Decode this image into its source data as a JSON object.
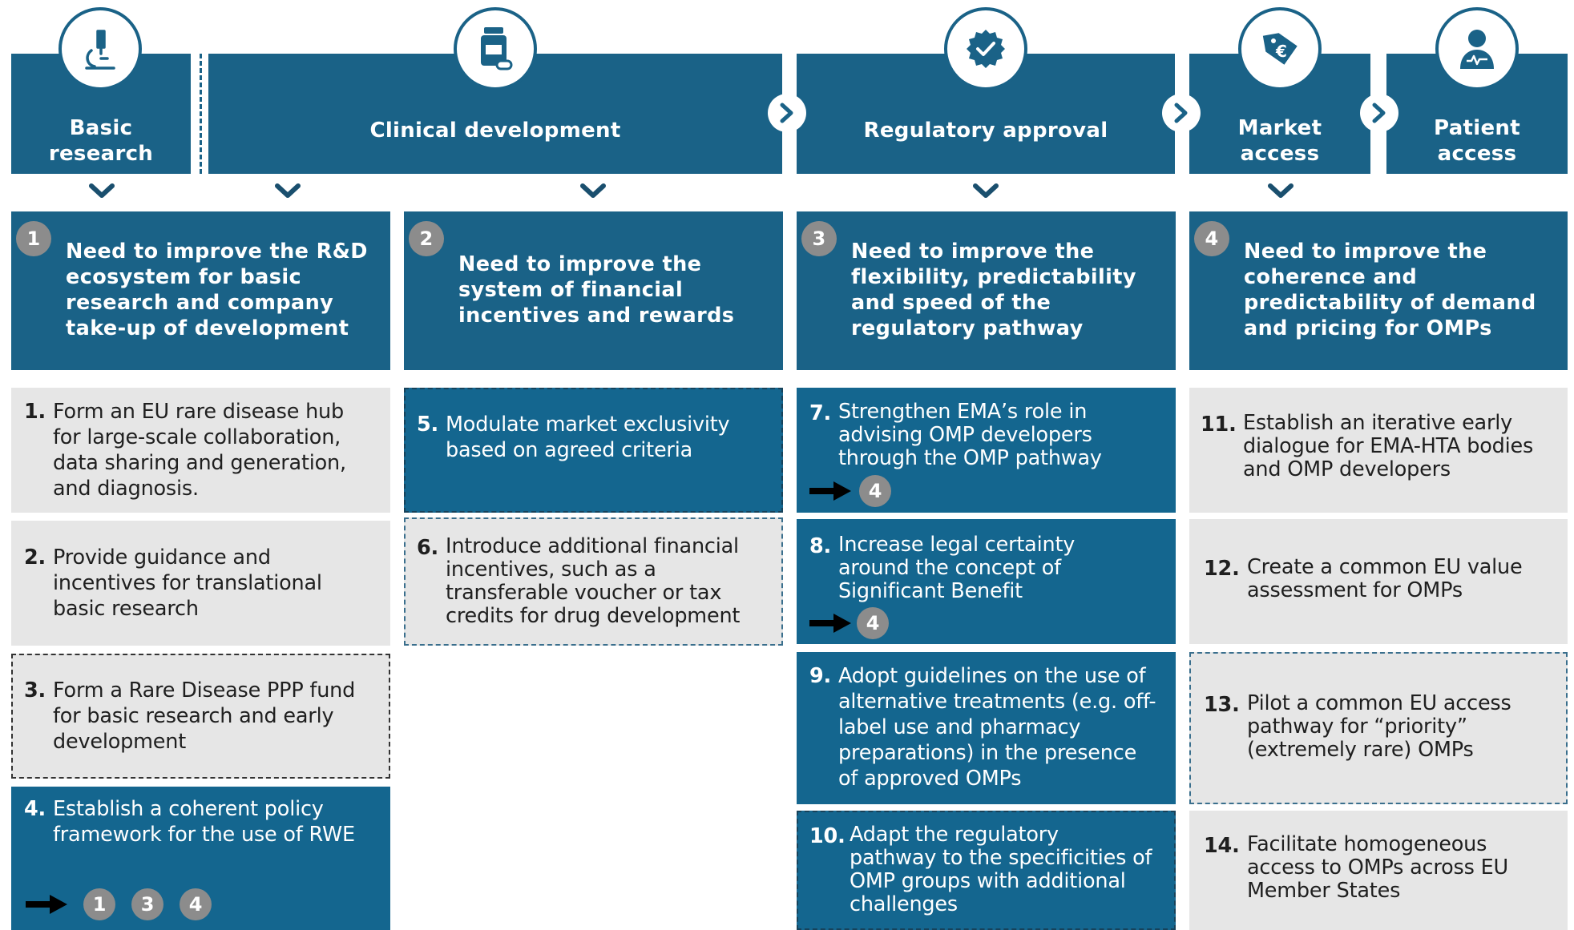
{
  "stages": [
    {
      "id": "basic",
      "label_1": "Basic",
      "label_2": "research",
      "icon": "microscope-icon"
    },
    {
      "id": "clinical",
      "label_1": "Clinical development",
      "icon": "medicine-bottle-icon"
    },
    {
      "id": "regulatory",
      "label_1": "Regulatory approval",
      "icon": "check-badge-icon"
    },
    {
      "id": "market",
      "label_1": "Market",
      "label_2": "access",
      "icon": "euro-price-tag-icon"
    },
    {
      "id": "patient",
      "label_1": "Patient",
      "label_2": "access",
      "icon": "doctor-icon"
    }
  ],
  "needs": [
    {
      "num": "1",
      "lines": [
        "Need to improve the R&D",
        "ecosystem for basic",
        "research and company",
        "take-up of development"
      ]
    },
    {
      "num": "2",
      "lines": [
        "Need to improve the",
        "system of financial",
        "incentives and rewards"
      ]
    },
    {
      "num": "3",
      "lines": [
        "Need to improve the",
        "flexibility, predictability",
        "and speed of the",
        "regulatory pathway"
      ]
    },
    {
      "num": "4",
      "lines": [
        "Need to improve the",
        "coherence and",
        "predictability of demand",
        "and pricing for OMPs"
      ]
    }
  ],
  "actions": {
    "a1": {
      "num": "1.",
      "lines": [
        "Form an EU rare disease hub",
        "for large-scale collaboration,",
        "data sharing and generation,",
        "and diagnosis."
      ]
    },
    "a2": {
      "num": "2.",
      "lines": [
        "Provide guidance and",
        "incentives for translational",
        "basic research"
      ]
    },
    "a3": {
      "num": "3.",
      "lines": [
        "Form a Rare Disease PPP fund",
        "for basic research and early",
        "development"
      ]
    },
    "a4": {
      "num": "4.",
      "lines": [
        "Establish a coherent policy",
        "framework for the use of RWE"
      ],
      "refs": [
        "1",
        "3",
        "4"
      ]
    },
    "a5": {
      "num": "5.",
      "lines": [
        "Modulate market exclusivity",
        "based on agreed criteria"
      ]
    },
    "a6": {
      "num": "6.",
      "lines": [
        "Introduce additional financial",
        "incentives, such as a",
        "transferable voucher or tax",
        "credits for drug development"
      ]
    },
    "a7": {
      "num": "7.",
      "lines": [
        "Strengthen EMA’s role in",
        "advising OMP developers",
        "through the OMP pathway"
      ],
      "refs": [
        "4"
      ]
    },
    "a8": {
      "num": "8.",
      "lines": [
        "Increase legal certainty",
        "around the concept of",
        "Significant Benefit"
      ],
      "refs": [
        "4"
      ]
    },
    "a9": {
      "num": "9.",
      "lines": [
        "Adopt guidelines on the use of",
        "alternative treatments (e.g. off-",
        "label use and pharmacy",
        "preparations) in the presence",
        "of approved OMPs"
      ]
    },
    "a10": {
      "num": "10.",
      "lines": [
        "Adapt the regulatory",
        "pathway to the specificities of",
        "OMP groups with additional",
        "challenges"
      ]
    },
    "a11": {
      "num": "11.",
      "lines": [
        "Establish an iterative early",
        "dialogue for EMA-HTA bodies",
        "and OMP developers"
      ]
    },
    "a12": {
      "num": "12.",
      "lines": [
        "Create a common EU value",
        "assessment for OMPs"
      ]
    },
    "a13": {
      "num": "13.",
      "lines": [
        "Pilot a common EU access",
        "pathway for “priority”",
        "(extremely rare) OMPs"
      ]
    },
    "a14": {
      "num": "14.",
      "lines": [
        "Facilitate homogeneous",
        "access to OMPs across EU",
        "Member States"
      ]
    }
  },
  "colors": {
    "primary_blue": "#1a6287",
    "action_blue": "#14668f",
    "grey_box": "#e6e6e6",
    "number_grey": "#8c8c8c"
  }
}
